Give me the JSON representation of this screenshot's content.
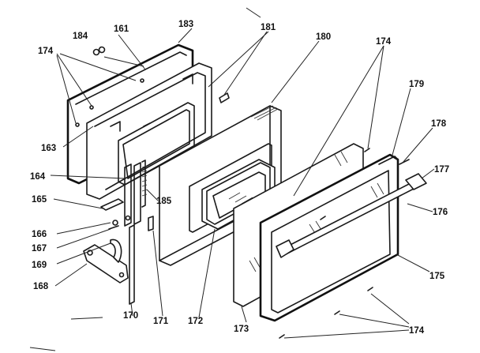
{
  "labels": {
    "p161": "161",
    "p163": "163",
    "p164": "164",
    "p165": "165",
    "p166": "166",
    "p167": "167",
    "p168": "168",
    "p169": "169",
    "p170": "170",
    "p171": "171",
    "p172": "172",
    "p173": "173",
    "p174a": "174",
    "p174b": "174",
    "p174c": "174",
    "p175": "175",
    "p176": "176",
    "p177": "177",
    "p178": "178",
    "p179": "179",
    "p180": "180",
    "p181": "181",
    "p183": "183",
    "p184": "184",
    "p185": "185"
  }
}
